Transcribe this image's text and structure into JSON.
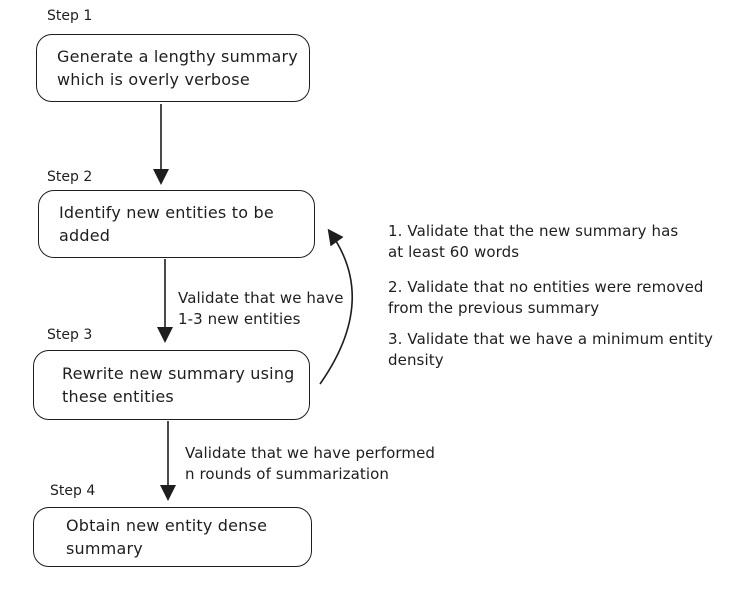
{
  "diagram": {
    "type": "flowchart",
    "background_color": "#ffffff",
    "stroke_color": "#1e1e1e",
    "steps": [
      {
        "label": "Step 1",
        "text": "Generate a lengthy summary\nwhich is overly verbose"
      },
      {
        "label": "Step 2",
        "text": "Identify new entities to be\nadded"
      },
      {
        "label": "Step 3",
        "text": "Rewrite new summary using\nthese entities"
      },
      {
        "label": "Step 4",
        "text": "Obtain new entity dense\nsummary"
      }
    ],
    "edges": [
      {
        "from": "Step 1",
        "to": "Step 2",
        "label": ""
      },
      {
        "from": "Step 2",
        "to": "Step 3",
        "label": "Validate that we have\n1-3 new entities"
      },
      {
        "from": "Step 3",
        "to": "Step 4",
        "label": "Validate that we have performed\nn rounds of summarization"
      },
      {
        "from": "Step 3",
        "to": "Step 2",
        "label": "",
        "style": "curved-feedback"
      }
    ],
    "validation_notes": [
      "1. Validate that the new summary has\nat least 60 words",
      "2. Validate that no entities were removed\nfrom the previous summary",
      "3. Validate that we have a minimum entity\ndensity"
    ]
  }
}
